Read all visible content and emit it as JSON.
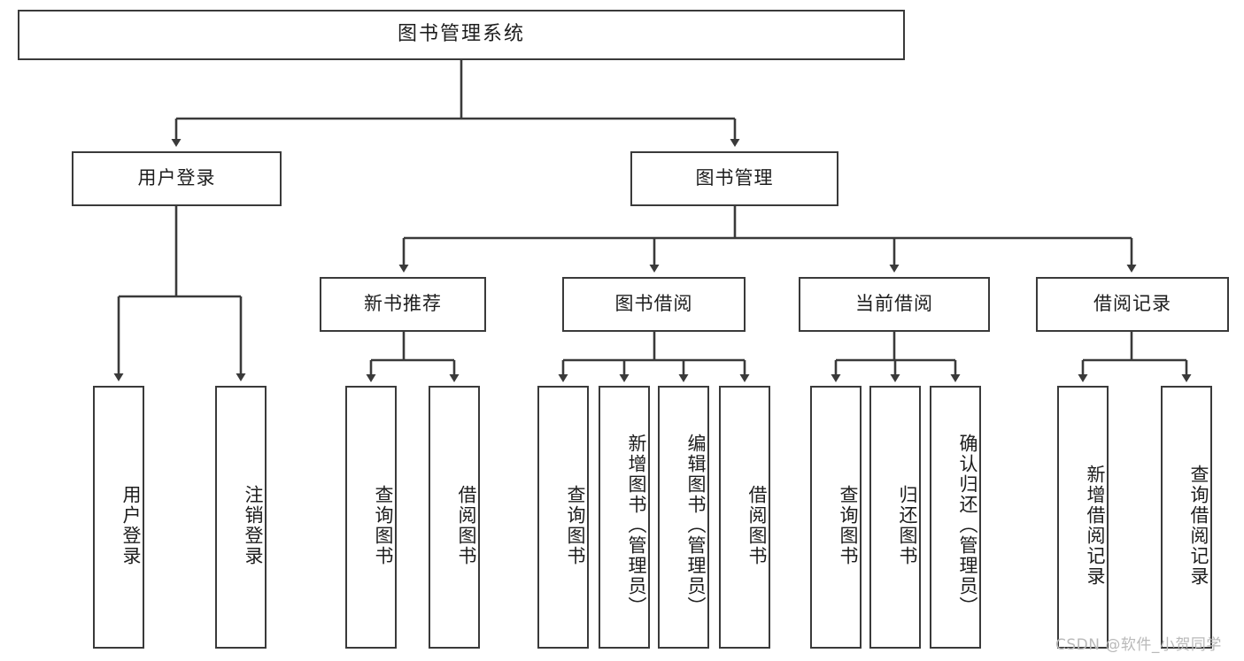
{
  "diagram": {
    "title": "图书管理系统",
    "type": "功能结构图",
    "root": {
      "label": "图书管理系统"
    },
    "level2": [
      {
        "label": "用户登录"
      },
      {
        "label": "图书管理"
      }
    ],
    "level3": [
      {
        "label": "新书推荐"
      },
      {
        "label": "图书借阅"
      },
      {
        "label": "当前借阅"
      },
      {
        "label": "借阅记录"
      }
    ],
    "leaves": {
      "user_login": [
        {
          "label": "用户登录"
        },
        {
          "label": "注销登录"
        }
      ],
      "new_book": [
        {
          "label": "查询图书"
        },
        {
          "label": "借阅图书"
        }
      ],
      "book_borrow": [
        {
          "label": "查询图书"
        },
        {
          "label": "新增图书（管理员）"
        },
        {
          "label": "编辑图书（管理员）"
        },
        {
          "label": "借阅图书"
        }
      ],
      "current_borrow": [
        {
          "label": "查询图书"
        },
        {
          "label": "归还图书"
        },
        {
          "label": "确认归还（管理员）"
        }
      ],
      "borrow_record": [
        {
          "label": "新增借阅记录"
        },
        {
          "label": "查询借阅记录"
        }
      ]
    }
  },
  "watermark": {
    "text": "CSDN @软件_小贺同学"
  },
  "colors": {
    "stroke": "#3a3a3a",
    "text": "#1d1d1d",
    "background": "#ffffff",
    "watermark": "#b9b9b9"
  }
}
